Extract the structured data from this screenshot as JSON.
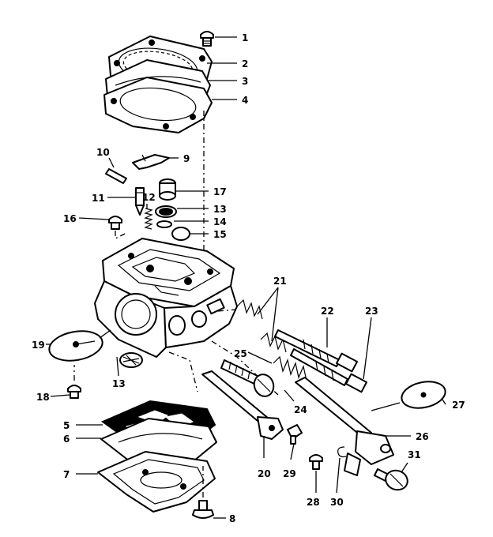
{
  "diagram": {
    "labels": [
      {
        "id": "1",
        "text": "1"
      },
      {
        "id": "2",
        "text": "2"
      },
      {
        "id": "3",
        "text": "3"
      },
      {
        "id": "4",
        "text": "4"
      },
      {
        "id": "5",
        "text": "5"
      },
      {
        "id": "6",
        "text": "6"
      },
      {
        "id": "7",
        "text": "7"
      },
      {
        "id": "8",
        "text": "8"
      },
      {
        "id": "9",
        "text": "9"
      },
      {
        "id": "10",
        "text": "10"
      },
      {
        "id": "11",
        "text": "11"
      },
      {
        "id": "12",
        "text": "12"
      },
      {
        "id": "13a",
        "text": "13"
      },
      {
        "id": "13b",
        "text": "13"
      },
      {
        "id": "14",
        "text": "14"
      },
      {
        "id": "15",
        "text": "15"
      },
      {
        "id": "16",
        "text": "16"
      },
      {
        "id": "17",
        "text": "17"
      },
      {
        "id": "18",
        "text": "18"
      },
      {
        "id": "19",
        "text": "19"
      },
      {
        "id": "20",
        "text": "20"
      },
      {
        "id": "21",
        "text": "21"
      },
      {
        "id": "22",
        "text": "22"
      },
      {
        "id": "23",
        "text": "23"
      },
      {
        "id": "24",
        "text": "24"
      },
      {
        "id": "25",
        "text": "25"
      },
      {
        "id": "26",
        "text": "26"
      },
      {
        "id": "27",
        "text": "27"
      },
      {
        "id": "28",
        "text": "28"
      },
      {
        "id": "29",
        "text": "29"
      },
      {
        "id": "30",
        "text": "30"
      },
      {
        "id": "31",
        "text": "31"
      }
    ]
  }
}
